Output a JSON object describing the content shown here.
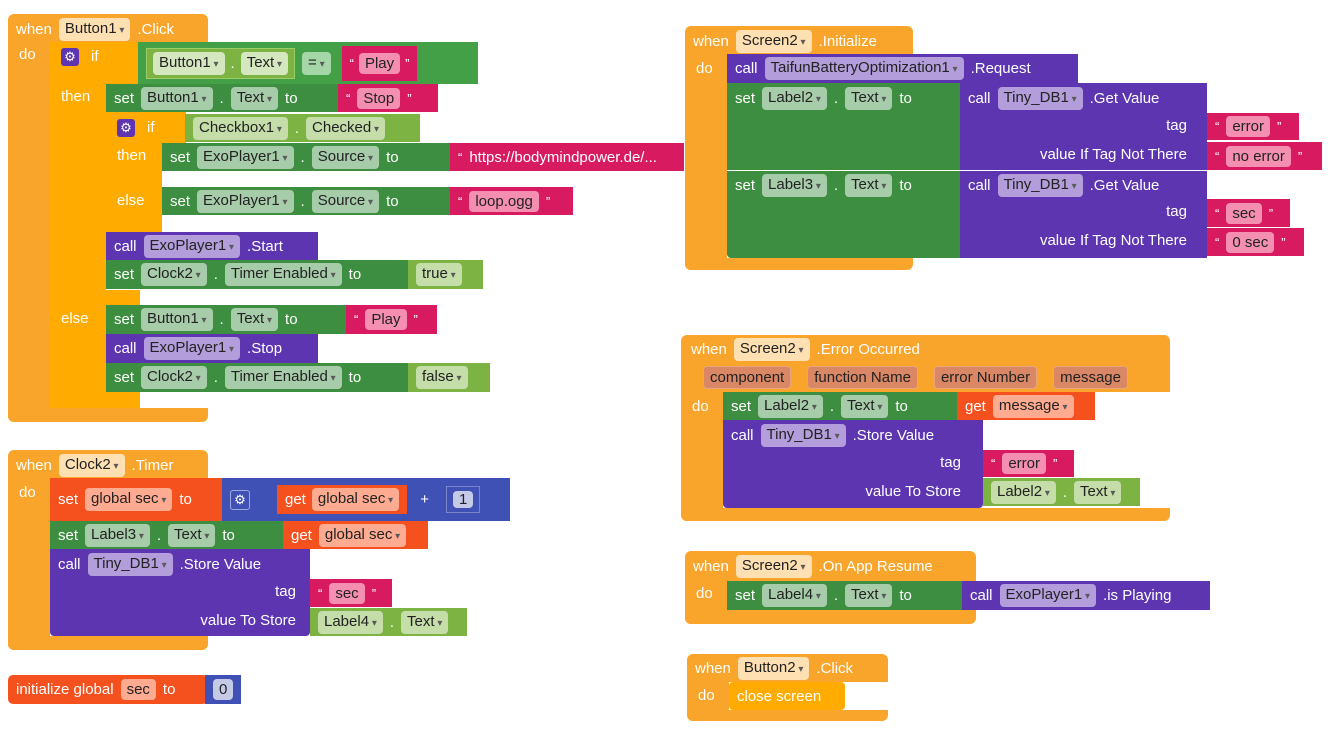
{
  "kw": {
    "when": "when",
    "do": "do",
    "set": "set",
    "to": "to",
    "call": "call",
    "get": "get",
    "if": "if",
    "then": "then",
    "else": "else",
    "dot": ".",
    "lq": "“",
    "rq": "”",
    "tag": "tag",
    "value_to_store": "value To Store",
    "value_if_not_there": "value If Tag Not There",
    "plus": "+",
    "gear": "⚙"
  },
  "button1_click": {
    "component": "Button1",
    "event": ".Click",
    "cond": {
      "component": "Button1",
      "prop": "Text",
      "op": "=",
      "value": "Play"
    },
    "set_stop": {
      "component": "Button1",
      "prop": "Text",
      "value": "Stop"
    },
    "inner_if": {
      "component": "Checkbox1",
      "prop": "Checked",
      "then_set": {
        "component": "ExoPlayer1",
        "prop": "Source",
        "value": "https://bodymindpower.de/..."
      },
      "else_set": {
        "component": "ExoPlayer1",
        "prop": "Source",
        "value": "loop.ogg"
      }
    },
    "call_start": {
      "component": "ExoPlayer1",
      "method": ".Start"
    },
    "set_timer_true": {
      "component": "Clock2",
      "prop": "Timer Enabled",
      "value": "true"
    },
    "set_play": {
      "component": "Button1",
      "prop": "Text",
      "value": "Play"
    },
    "call_stop": {
      "component": "ExoPlayer1",
      "method": ".Stop"
    },
    "set_timer_false": {
      "component": "Clock2",
      "prop": "Timer Enabled",
      "value": "false"
    }
  },
  "clock2_timer": {
    "component": "Clock2",
    "event": ".Timer",
    "set_global": {
      "label": "global sec",
      "get": "global sec",
      "add": "1"
    },
    "set_label3": {
      "component": "Label3",
      "prop": "Text",
      "get": "global sec"
    },
    "store": {
      "component": "Tiny_DB1",
      "method": ".Store Value",
      "tag": "sec",
      "value_component": "Label4",
      "value_prop": "Text"
    }
  },
  "init_global": {
    "label": "initialize global",
    "name": "sec",
    "value": "0"
  },
  "screen2_init": {
    "component": "Screen2",
    "event": ".Initialize",
    "call_request": {
      "component": "TaifunBatteryOptimization1",
      "method": ".Request"
    },
    "set_label2": {
      "component": "Label2",
      "prop": "Text",
      "db": "Tiny_DB1",
      "method": ".Get Value",
      "tag": "error",
      "default": "no error"
    },
    "set_label3": {
      "component": "Label3",
      "prop": "Text",
      "db": "Tiny_DB1",
      "method": ".Get Value",
      "tag": "sec",
      "default": "0 sec"
    }
  },
  "screen2_error": {
    "component": "Screen2",
    "event": ".Error Occurred",
    "params": [
      "component",
      "function Name",
      "error Number",
      "message"
    ],
    "set_label2": {
      "component": "Label2",
      "prop": "Text",
      "get": "message"
    },
    "store": {
      "component": "Tiny_DB1",
      "method": ".Store Value",
      "tag": "error",
      "value_component": "Label2",
      "value_prop": "Text"
    }
  },
  "screen2_resume": {
    "component": "Screen2",
    "event": ".On App Resume",
    "set": {
      "component": "Label4",
      "prop": "Text",
      "call_component": "ExoPlayer1",
      "method": ".is Playing"
    }
  },
  "button2_click": {
    "component": "Button2",
    "event": ".Click",
    "action": "close screen"
  }
}
